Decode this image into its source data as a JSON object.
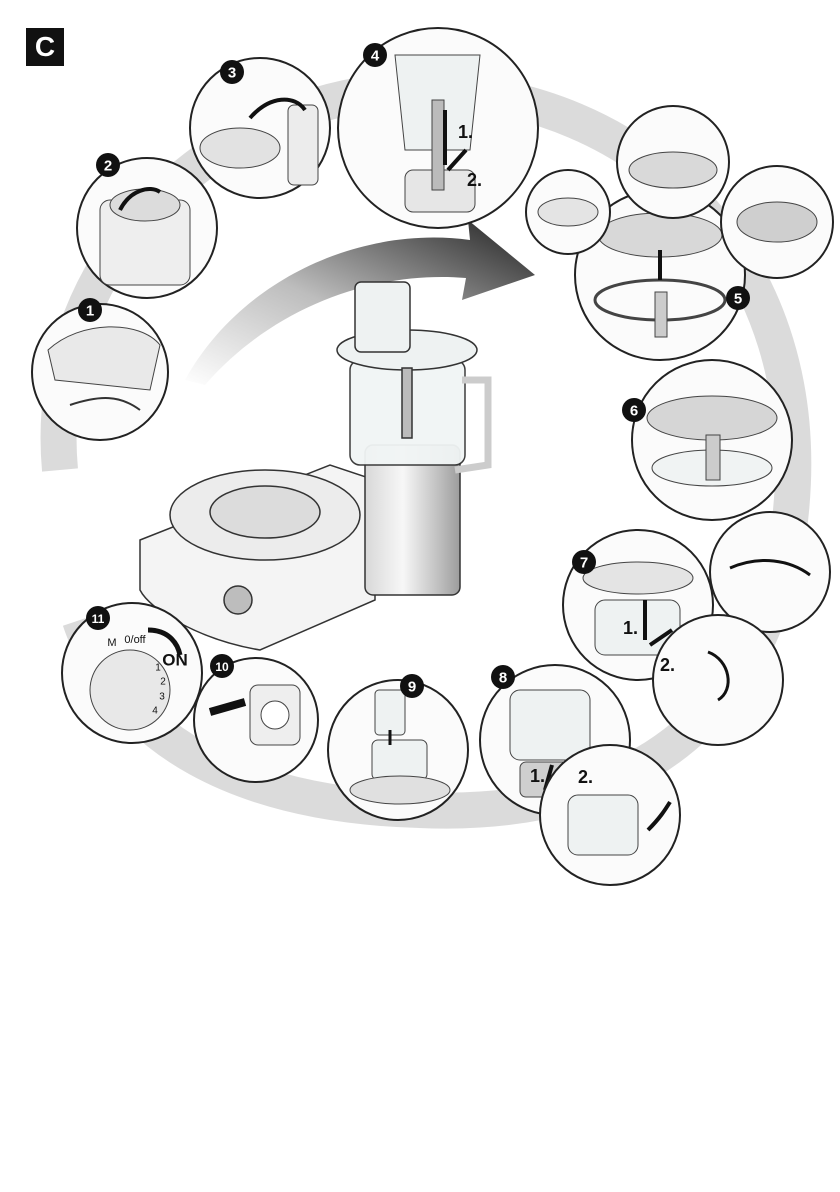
{
  "section": {
    "label": "C"
  },
  "steps": [
    {
      "number": "1"
    },
    {
      "number": "2"
    },
    {
      "number": "3"
    },
    {
      "number": "4",
      "sub": [
        "1.",
        "2."
      ]
    },
    {
      "number": "5"
    },
    {
      "number": "6"
    },
    {
      "number": "7",
      "sub": [
        "1.",
        "2."
      ]
    },
    {
      "number": "8",
      "sub": [
        "1.",
        "2."
      ]
    },
    {
      "number": "9"
    },
    {
      "number": "10"
    },
    {
      "number": "11"
    }
  ],
  "dial": {
    "mode_m": "M",
    "mode_off": "0/off",
    "on_label": "ON",
    "speeds": [
      "1",
      "2",
      "3",
      "4"
    ]
  },
  "colors": {
    "badge": "#111111",
    "ring": "#c9c9c9",
    "line": "#222222",
    "arrow_dark": "#2a2a2a",
    "arrow_light": "#e6e6e6"
  }
}
